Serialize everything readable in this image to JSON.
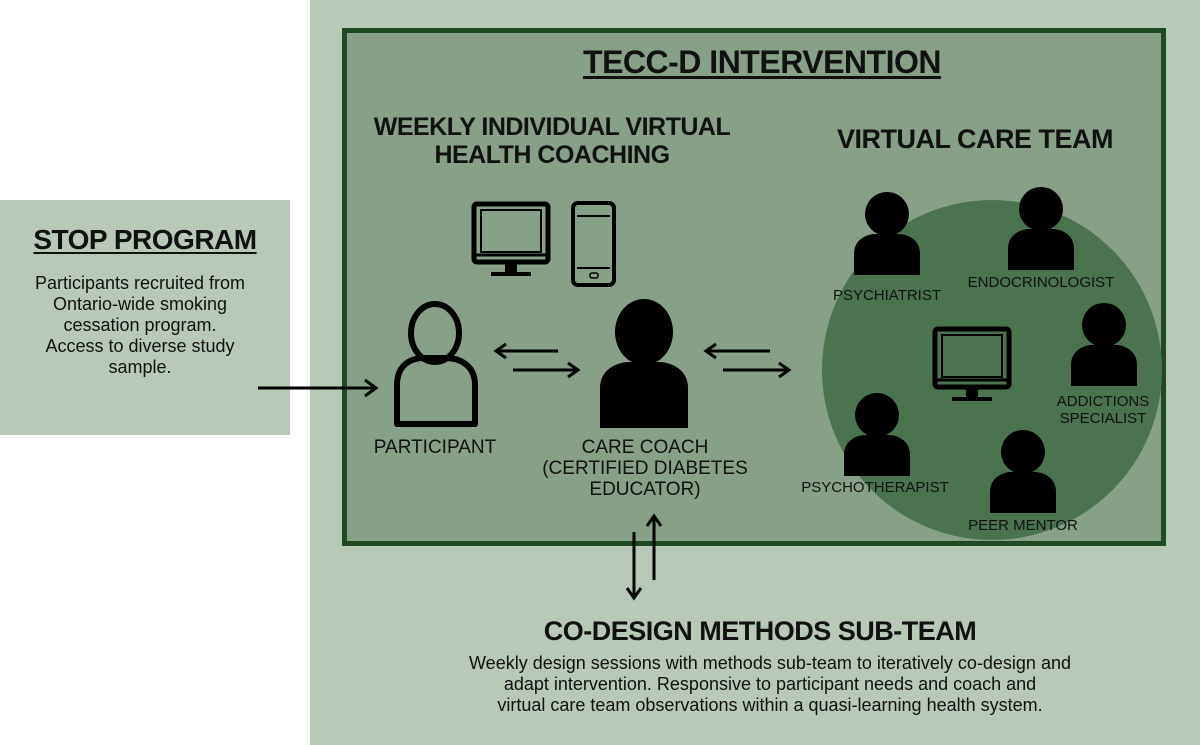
{
  "intervention": {
    "title": "TECC-D INTERVENTION",
    "coaching_title_line1": "WEEKLY INDIVIDUAL VIRTUAL",
    "coaching_title_line2": "HEALTH COACHING",
    "care_team_title": "VIRTUAL CARE TEAM"
  },
  "stop_program": {
    "title": "STOP PROGRAM",
    "lines": [
      "Participants recruited from",
      "Ontario-wide smoking",
      "cessation program.",
      "Access to diverse study",
      "sample."
    ]
  },
  "participant": {
    "label": "PARTICIPANT"
  },
  "care_coach": {
    "lines": [
      "CARE COACH",
      "(CERTIFIED DIABETES",
      "EDUCATOR)"
    ]
  },
  "care_team_members": {
    "psychiatrist": "PSYCHIATRIST",
    "endocrinologist": "ENDOCRINOLOGIST",
    "addictions_line1": "ADDICTIONS",
    "addictions_line2": "SPECIALIST",
    "psychotherapist": "PSYCHOTHERAPIST",
    "peer_mentor": "PEER MENTOR"
  },
  "codesign": {
    "title": "CO-DESIGN METHODS SUB-TEAM",
    "lines": [
      "Weekly design sessions with methods sub-team to iteratively co-design and",
      "adapt intervention. Responsive to participant needs and coach and",
      "virtual care team observations within a quasi-learning health system."
    ]
  },
  "colors": {
    "outer_panel": "#b8c9b8",
    "intervention_fill": "#88a087",
    "intervention_border": "#1f4a24",
    "care_team_circle": "#4b7350",
    "icon": "#000000"
  },
  "icons": [
    "desktop-monitor-icon",
    "smartphone-icon",
    "person-outline-icon",
    "person-filled-icon",
    "bidirectional-arrow-icon"
  ]
}
